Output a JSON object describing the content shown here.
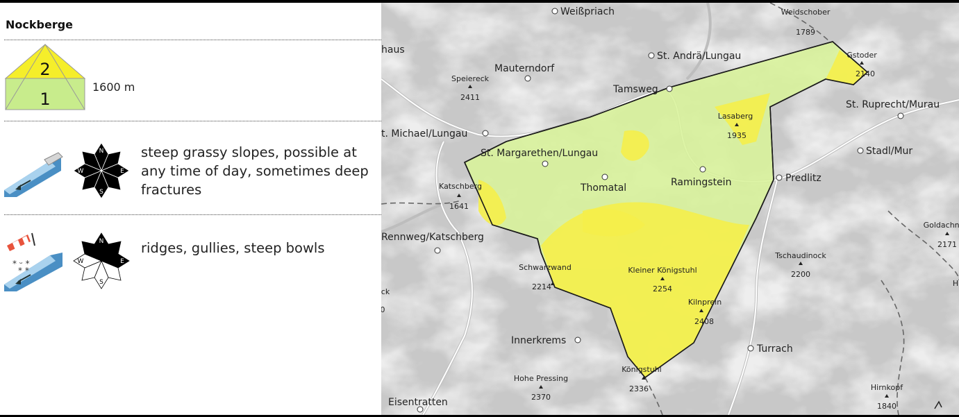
{
  "panel": {
    "region_title": "Nockberge",
    "elevation": {
      "upper_level": "2",
      "lower_level": "1",
      "label": "1600 m"
    },
    "problems": [
      {
        "type": "gliding snow",
        "aspects": [
          "N",
          "NE",
          "E",
          "SE",
          "S",
          "SW",
          "W",
          "NW"
        ],
        "description": "steep grassy slopes, possible at any time of day, sometimes deep fractures"
      },
      {
        "type": "wind slab",
        "aspects": [
          "NW",
          "N",
          "NE",
          "E"
        ],
        "description": "ridges, gullies, steep bowls"
      }
    ],
    "compass_letters": {
      "n": "N",
      "e": "E",
      "s": "S",
      "w": "W"
    }
  },
  "map": {
    "colors": {
      "level1": "#d8f29a",
      "level2": "#f5ee4a",
      "border": "#1a1a1a"
    },
    "places": [
      {
        "key": "weisspriach",
        "label": "Weißpriach"
      },
      {
        "key": "standra",
        "label": "St. Andrä/Lungau"
      },
      {
        "key": "mauterndorf",
        "label": "Mauterndorf"
      },
      {
        "key": "tamsweg",
        "label": "Tamsweg"
      },
      {
        "key": "stmichael",
        "label": "t. Michael/Lungau"
      },
      {
        "key": "stmargarethen",
        "label": "St. Margarethen/Lungau"
      },
      {
        "key": "thomatal",
        "label": "Thomatal"
      },
      {
        "key": "ramingstein",
        "label": "Ramingstein"
      },
      {
        "key": "predlitz",
        "label": "Predlitz"
      },
      {
        "key": "stadlmur",
        "label": "Stadl/Mur"
      },
      {
        "key": "struprecht",
        "label": "St. Ruprecht/Murau"
      },
      {
        "key": "rennweg",
        "label": "Rennweg/Katschberg"
      },
      {
        "key": "innerkrems",
        "label": "Innerkrems"
      },
      {
        "key": "turrach",
        "label": "Turrach"
      },
      {
        "key": "eisentratten",
        "label": "Eisentratten"
      },
      {
        "key": "haus",
        "label": "haus"
      }
    ],
    "peaks": [
      {
        "key": "weidschober",
        "name": "Weidschober",
        "elevation": "1789"
      },
      {
        "key": "gstoder",
        "name": "Gstoder",
        "elevation": "2140"
      },
      {
        "key": "speiereck",
        "name": "Speiereck",
        "elevation": "2411"
      },
      {
        "key": "lasaberg",
        "name": "Lasaberg",
        "elevation": "1935"
      },
      {
        "key": "katschberg",
        "name": "Katschberg",
        "elevation": "1641"
      },
      {
        "key": "goldachnock",
        "name": "Goldachno",
        "elevation": "2171"
      },
      {
        "key": "tschaudinock",
        "name": "Tschaudinock",
        "elevation": "2200"
      },
      {
        "key": "schwarzwand",
        "name": "Schwarzwand",
        "elevation": "2214"
      },
      {
        "key": "kleinerkoenigstuhl",
        "name": "Kleiner Königstuhl",
        "elevation": "2254"
      },
      {
        "key": "kilnprein",
        "name": "Kilnprein",
        "elevation": "2408"
      },
      {
        "key": "koenigstuhl",
        "name": "Königstuhl",
        "elevation": "2336"
      },
      {
        "key": "hohepressing",
        "name": "Hohe Pressing",
        "elevation": "2370"
      },
      {
        "key": "hirnkopf",
        "name": "Hirnkopf",
        "elevation": "1840"
      }
    ],
    "edge_fragments": {
      "left_mid": "ck",
      "left_mid2": "0",
      "right_edge": "H"
    }
  }
}
